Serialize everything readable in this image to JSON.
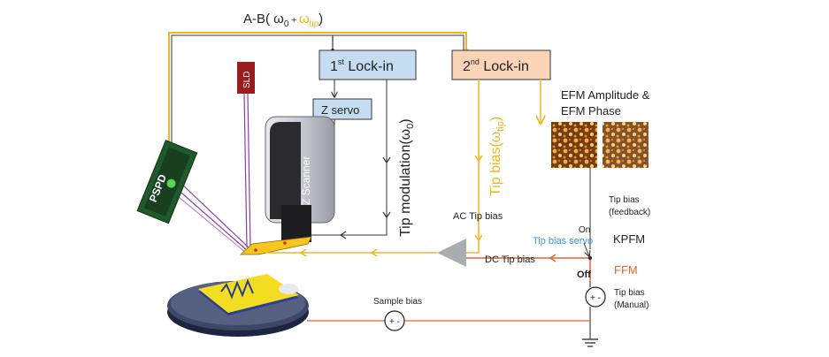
{
  "top_signal": {
    "prefix": "A-B( ",
    "omega0_base": "ω",
    "omega0_sub": "0",
    "plus": " + ",
    "omega_tip_base": "ω",
    "omega_tip_sub": "tip",
    "suffix": ")"
  },
  "lockin1": {
    "ordinal": "1",
    "sup": "st",
    "label": " Lock-in"
  },
  "lockin2": {
    "ordinal": "2",
    "sup": "nd",
    "label": " Lock-in"
  },
  "z_servo": "Z servo",
  "z_scanner": "Z Scanner",
  "sld": "SLD",
  "pspd": "PSPD",
  "tip_modulation": {
    "text": "Tip modulation(ω",
    "sub": "0",
    "end": ")"
  },
  "tip_bias_vertical": {
    "text": "Tip bias(ω",
    "sub": "tip",
    "end": ")"
  },
  "efm_title_line1": "EFM Amplitude &",
  "efm_title_line2": "EFM Phase",
  "ac_tip_bias": "AC Tip bias",
  "dc_tip_bias": "DC Tip bias",
  "tip_bias_feedback_line1": "Tip bias",
  "tip_bias_feedback_line2": "(feedback)",
  "switch_on": "On",
  "tip_bias_servo": "Tip bias servo",
  "kpfm": "KPFM",
  "switch_off": "Off",
  "ffm": "FFM",
  "tip_bias_manual_line1": "Tip bias",
  "tip_bias_manual_line2": "(Manual)",
  "sample_bias": "Sample bias",
  "source_symbol": "+ -",
  "colors": {
    "yellow_signal": "#f2b51a",
    "orange_dc": "#e8632a",
    "lockin1_fill": "#c6dcf1",
    "lockin2_fill": "#fad4b6",
    "servo_blue": "#3a9ad9",
    "sld_red": "#9b1c1c",
    "pspd_green": "#1f5a2c",
    "laser_purple": "#8b3fa8"
  }
}
